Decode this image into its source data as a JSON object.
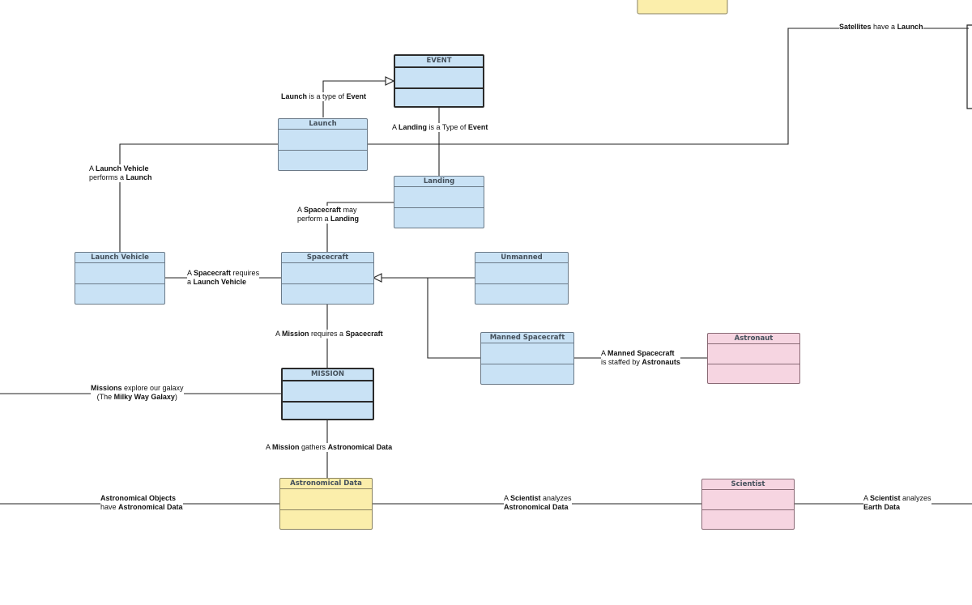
{
  "classes": {
    "event": "EVENT",
    "launch": "Launch",
    "landing": "Landing",
    "launch_vehicle": "Launch Vehicle",
    "spacecraft": "Spacecraft",
    "unmanned": "Unmanned",
    "manned_spacecraft": "Manned Spacecraft",
    "astronaut": "Astronaut",
    "mission": "MISSION",
    "astronomical_data": "Astronomical Data",
    "scientist": "Scientist"
  },
  "relations": {
    "launch_event": {
      "b1": "Launch",
      "t1": " is a type of ",
      "b2": "Event"
    },
    "landing_event": {
      "t0": "A ",
      "b1": "Landing",
      "t1": " is a Type of ",
      "b2": "Event"
    },
    "satellites_launch": {
      "b1": "Satellites",
      "t1": " have a ",
      "b2": "Launch"
    },
    "vehicle_launch": {
      "t0": "A ",
      "b1": "Launch Vehicle",
      "t1": "performs a ",
      "b2": "Launch"
    },
    "spacecraft_landing": {
      "t0": "A ",
      "b1": "Spacecraft",
      "t1": " may",
      "t2": "perform a ",
      "b2": "Landing"
    },
    "spacecraft_vehicle": {
      "t0": "A ",
      "b1": "Spacecraft",
      "t1": " requires",
      "t2": "a ",
      "b2": "Launch Vehicle"
    },
    "mission_spacecraft": {
      "t0": "A ",
      "b1": "Mission",
      "t1": " requires a ",
      "b2": "Spacecraft"
    },
    "manned_astronauts": {
      "t0": "A ",
      "b1": "Manned Spacecraft",
      "t1": "is staffed by ",
      "b2": "Astronauts"
    },
    "missions_galaxy": {
      "b1": "Missions",
      "t1": " explore our galaxy",
      "t2": "(The ",
      "b2": "Milky Way Galaxy",
      "t3": ")"
    },
    "mission_data": {
      "t0": "A ",
      "b1": "Mission",
      "t1": " gathers ",
      "b2": "Astronomical Data"
    },
    "objects_data": {
      "b1": "Astronomical Objects",
      "t1": "have ",
      "b2": "Astronomical Data"
    },
    "scientist_astro": {
      "t0": "A ",
      "b1": "Scientist",
      "t1": " analyzes",
      "b2": "Astronomical Data"
    },
    "scientist_earth": {
      "t0": "A ",
      "b1": "Scientist",
      "t1": " analyzes",
      "b2": "Earth Data"
    }
  },
  "colors": {
    "class_blue": "#c9e2f5",
    "class_yellow": "#fbeeab",
    "class_pink": "#f6d5e1",
    "line": "#222222"
  }
}
